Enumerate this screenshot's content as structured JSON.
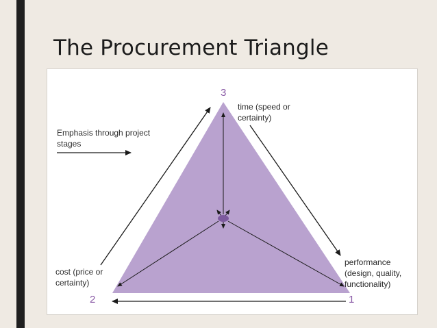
{
  "title": "The Procurement Triangle",
  "vertices": {
    "top": {
      "number": "3",
      "label_lines": [
        "time (speed or",
        "certainty)"
      ]
    },
    "right": {
      "number": "1",
      "label_lines": [
        "performance",
        "(design, quality,",
        "functionality)"
      ]
    },
    "left": {
      "number": "2",
      "label_lines": [
        "cost (price or",
        "certainty)"
      ]
    }
  },
  "emphasis_label_lines": [
    "Emphasis through project",
    "stages"
  ],
  "colors": {
    "triangle_fill": "#b9a2cf",
    "center_node": "#7d5a9e",
    "number_color": "#8a5aa6",
    "arrow_color": "#1a1a1a",
    "left_bar": "#1f1f1f",
    "background": "#efeae3"
  }
}
